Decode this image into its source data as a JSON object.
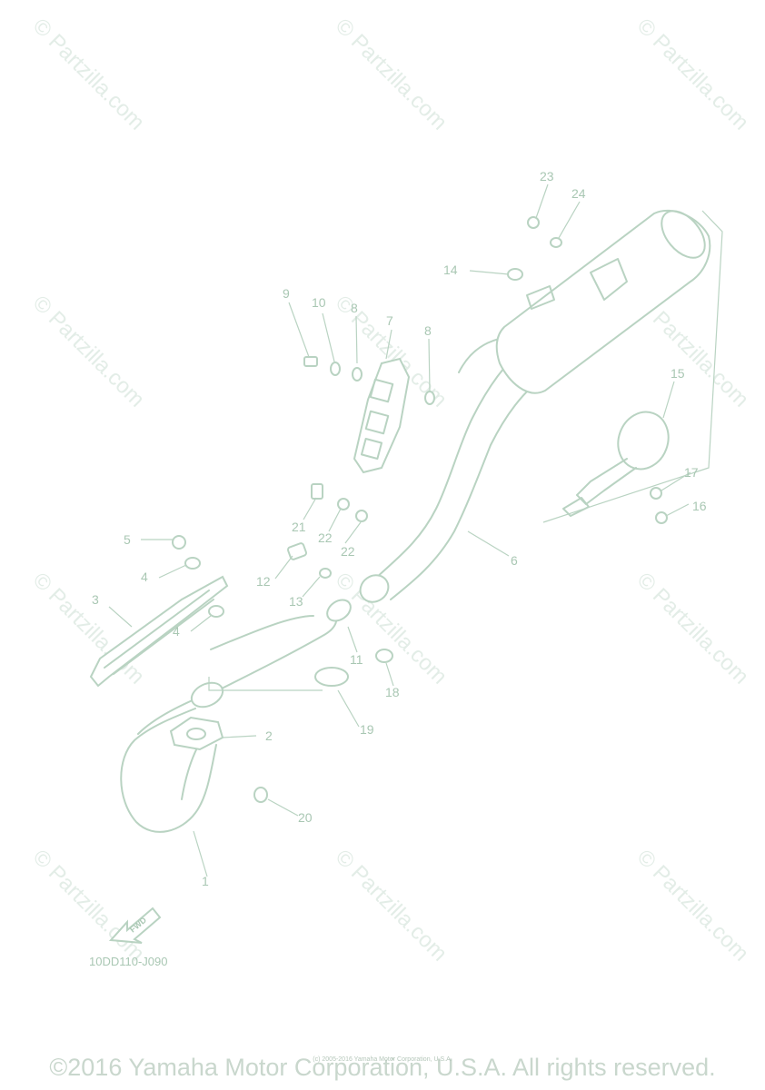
{
  "watermark": "© Partzilla.com",
  "diagram_code": "10DD110-J090",
  "fwd_label": "FWD",
  "copyright": "©2016 Yamaha Motor Corporation, U.S.A. All rights reserved.",
  "small_copyright": "(c) 2005-2016 Yamaha Motor Corporation, U.S.A.",
  "callouts": [
    "1",
    "2",
    "3",
    "4",
    "4",
    "5",
    "6",
    "7",
    "8",
    "8",
    "9",
    "10",
    "11",
    "12",
    "13",
    "14",
    "15",
    "16",
    "17",
    "18",
    "19",
    "20",
    "21",
    "22",
    "22",
    "23",
    "24"
  ]
}
